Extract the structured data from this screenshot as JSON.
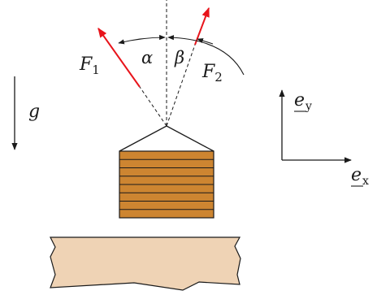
{
  "labels": {
    "force1": "F",
    "force1_sub": "1",
    "force2": "F",
    "force2_sub": "2",
    "angle1": "α",
    "angle2": "β",
    "gravity": "g",
    "basis_y": "e",
    "basis_y_sub": "y",
    "basis_x": "e",
    "basis_x_sub": "x"
  },
  "colors": {
    "force": "#e8141b",
    "line": "#1a1a1a",
    "crate_fill": "#cd8531",
    "ground_fill": "#efd3b5"
  },
  "crate": {
    "slat_count": 8
  }
}
